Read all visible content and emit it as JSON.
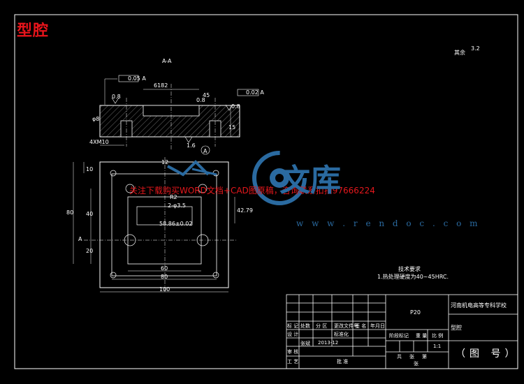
{
  "title": "型腔",
  "surface_finish_label": "其余",
  "surface_finish_value": "3.2",
  "section_label": "A-A",
  "section_marker": "A",
  "section_arrow_a": "A",
  "watermark": {
    "notice": "关注下载购买WORD文档+CAD图原稿，咨询联系扣扣97666224",
    "url": "w w w . r e n d o c . c o m",
    "logo_text": "文库"
  },
  "dims": {
    "d_6182": "6182",
    "d_015a": "0.05 A",
    "d_02a": "0.02 A",
    "d_68": "φ8",
    "d_15": "15",
    "d_45": "45",
    "d_4xm10": "4XM10",
    "d_08a": "0.8",
    "d_08b": "0.8",
    "d_08c": "0.8",
    "d_16": "1.6",
    "d_10": "10",
    "d_80": "80",
    "d_40": "40",
    "d_20": "20",
    "d_60": "60",
    "d_80b": "80",
    "d_100": "100",
    "d_phi5": "2-φ3.5",
    "d_r2": "R2",
    "d_5886": "58.86±0.02",
    "d_4279": "42.79",
    "d_12": "12",
    "d_p20": "P20"
  },
  "tech": {
    "title": "技术要求",
    "item1": "1.热处理硬度为40~45HRC."
  },
  "title_block": {
    "school": "河南机电高等专科学校",
    "material": "P20",
    "part_name": "型腔",
    "drawing_no": "（图 号）",
    "scale": "1:1",
    "sheets_total": "共",
    "sheets_label": "张",
    "sheet_no": "第",
    "sheet_unit": "张",
    "row_mark": "标 记",
    "row_count": "处数",
    "row_zone": "分 区",
    "row_doc": "更改文件号",
    "row_sign": "签 名",
    "row_date": "年月日",
    "row_design": "设 计",
    "row_std": "标准化",
    "row_check": "审 核",
    "row_process": "工 艺",
    "row_approve": "批 准",
    "row_stage": "阶段标记",
    "row_weight": "重 量",
    "row_ratio": "比 例",
    "row_year": "2013-12",
    "row_name": "张斌"
  },
  "colors": {
    "background": "#000000",
    "line": "#ffffff",
    "title_red": "#e8141b",
    "watermark_blue": "#2a6aa0"
  }
}
